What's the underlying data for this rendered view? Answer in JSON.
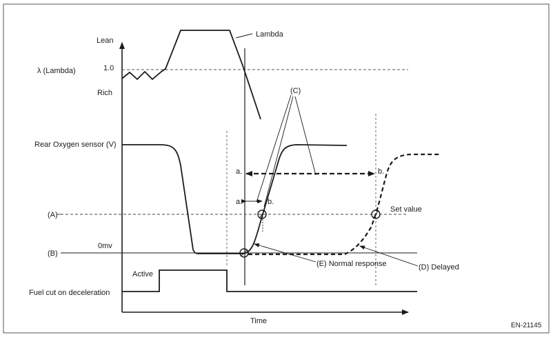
{
  "labels": {
    "lean": "Lean",
    "lambda_axis": "λ  (Lambda)",
    "one": "1.0",
    "rich": "Rich",
    "lambda_callout": "Lambda",
    "rear_o2": "Rear Oxygen sensor (V)",
    "a_label": "(A)",
    "b_label": "(B)",
    "zero_mv": "0mv",
    "active": "Active",
    "fuel_cut": "Fuel cut on deceleration",
    "time": "Time",
    "c_label": "(C)",
    "a_marker_1": "a.",
    "a_marker_2": "a.",
    "b_marker_1": "b.",
    "b_marker_2": "b.",
    "set_value": "Set value",
    "normal_response": "(E) Normal response",
    "delayed": "(D) Delayed",
    "figure_code": "EN-21145"
  }
}
